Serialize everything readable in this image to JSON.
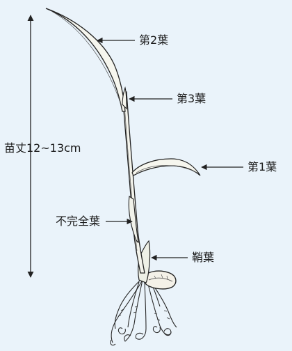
{
  "diagram": {
    "height_label": "苗丈12~13cm",
    "labels": {
      "leaf2": "第2葉",
      "leaf3": "第3葉",
      "leaf1": "第1葉",
      "incomplete_leaf": "不完全葉",
      "coleoptile": "鞘葉"
    }
  }
}
